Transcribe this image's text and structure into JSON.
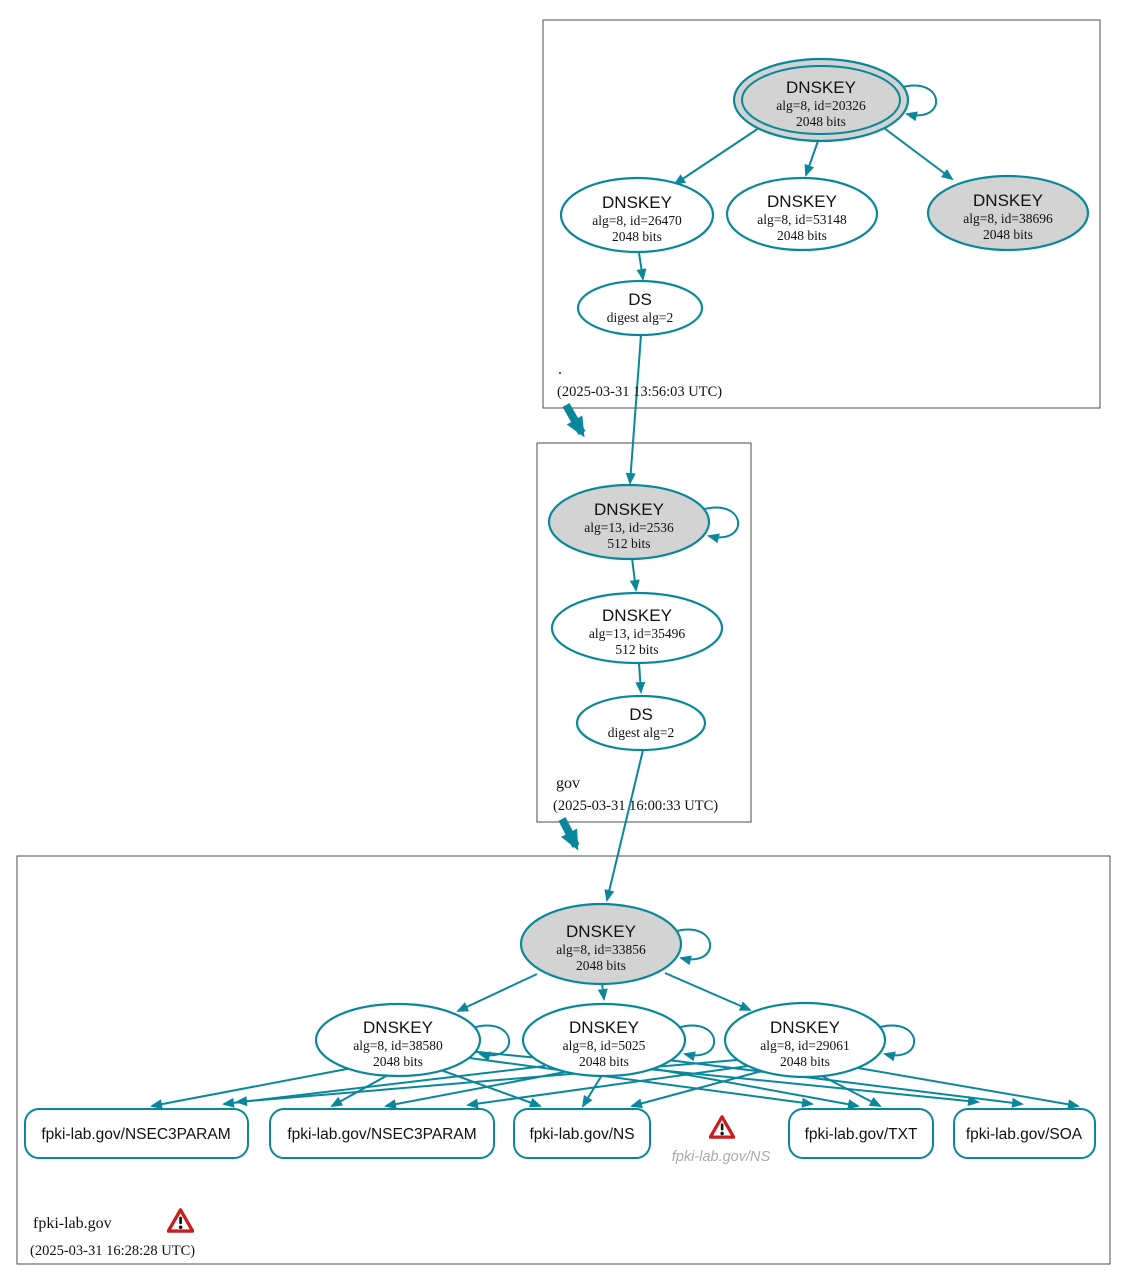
{
  "colors": {
    "edge_teal": "#0a879a",
    "sep_key_fill": "#d3d3d3",
    "plain_fill": "#ffffff",
    "zone_border": "#4d4d4d",
    "warning_red": "#c81e1e",
    "ghost_text": "#aaaaaa"
  },
  "icons": {
    "warning_icon": "red-triangle-exclamation"
  },
  "zones": [
    {
      "name": ".",
      "timestamp": "(2025-03-31 13:56:03 UTC)",
      "nodes": {
        "ksk": {
          "title": "DNSKEY",
          "detail": "alg=8, id=20326",
          "bits": "2048 bits"
        },
        "zsk1": {
          "title": "DNSKEY",
          "detail": "alg=8, id=26470",
          "bits": "2048 bits"
        },
        "zsk2": {
          "title": "DNSKEY",
          "detail": "alg=8, id=53148",
          "bits": "2048 bits"
        },
        "zsk3": {
          "title": "DNSKEY",
          "detail": "alg=8, id=38696",
          "bits": "2048 bits"
        },
        "ds": {
          "title": "DS",
          "detail": "digest alg=2"
        }
      }
    },
    {
      "name": "gov",
      "timestamp": "(2025-03-31 16:00:33 UTC)",
      "nodes": {
        "ksk": {
          "title": "DNSKEY",
          "detail": "alg=13, id=2536",
          "bits": "512 bits"
        },
        "zsk": {
          "title": "DNSKEY",
          "detail": "alg=13, id=35496",
          "bits": "512 bits"
        },
        "ds": {
          "title": "DS",
          "detail": "digest alg=2"
        }
      }
    },
    {
      "name": "fpki-lab.gov",
      "timestamp": "(2025-03-31 16:28:28 UTC)",
      "nodes": {
        "ksk": {
          "title": "DNSKEY",
          "detail": "alg=8, id=33856",
          "bits": "2048 bits"
        },
        "zsk1": {
          "title": "DNSKEY",
          "detail": "alg=8, id=38580",
          "bits": "2048 bits"
        },
        "zsk2": {
          "title": "DNSKEY",
          "detail": "alg=8, id=5025",
          "bits": "2048 bits"
        },
        "zsk3": {
          "title": "DNSKEY",
          "detail": "alg=8, id=29061",
          "bits": "2048 bits"
        },
        "rrsets": [
          {
            "label": "fpki-lab.gov/NSEC3PARAM"
          },
          {
            "label": "fpki-lab.gov/NSEC3PARAM"
          },
          {
            "label": "fpki-lab.gov/NS"
          },
          {
            "label": "fpki-lab.gov/TXT"
          },
          {
            "label": "fpki-lab.gov/SOA"
          }
        ],
        "ghost": {
          "label": "fpki-lab.gov/NS"
        }
      }
    }
  ]
}
